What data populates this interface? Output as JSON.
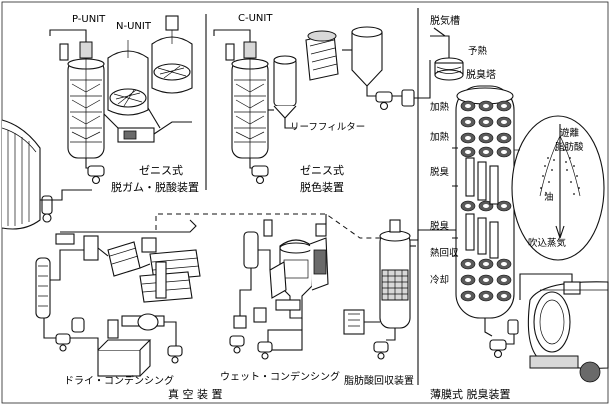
{
  "labels": {
    "p_unit": "P-UNIT",
    "n_unit": "N-UNIT",
    "c_unit": "C-UNIT",
    "zenith_gum_line1": "ゼニス式",
    "zenith_gum_line2": "脱ガム・脱酸装置",
    "leaf_filter": "リーフフィルター",
    "zenith_bleach_line1": "ゼニス式",
    "zenith_bleach_line2": "脱色装置",
    "degas_tank": "脱気槽",
    "preheat": "予熱",
    "deodorizer_tower": "脱臭塔",
    "heating_1": "加熱",
    "heating_2": "加熱",
    "deodorize_1": "脱臭",
    "deodorize_2": "脱臭",
    "heat_recovery": "熱回収",
    "cooling": "冷却",
    "free_fatty_acid_line1": "遊離",
    "free_fatty_acid_line2": "脂肪酸",
    "oil": "油",
    "blow_steam": "吹込蒸気",
    "dry_condensing": "ドライ・コンデンシング",
    "vacuum_unit": "真 空 装 置",
    "wet_condensing": "ウェット・コンデンシング",
    "fatty_acid_recovery": "脂肪酸回収装置",
    "thin_film_deodorizer": "薄膜式 脱臭装置"
  }
}
